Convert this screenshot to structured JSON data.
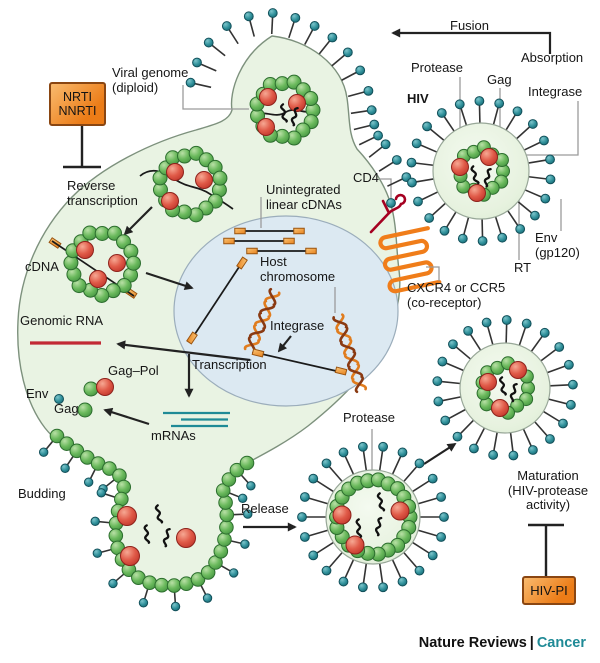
{
  "footer": {
    "brand": "Nature Reviews",
    "separator": "|",
    "section": "Cancer"
  },
  "inhibitors": {
    "nrti_line1": "NRTI",
    "nrti_line2": "NNRTI",
    "hiv_pi": "HIV-PI"
  },
  "labels": {
    "fusion": "Fusion",
    "absorption": "Absorption",
    "protease_top": "Protease",
    "hiv": "HIV",
    "gag_top": "Gag",
    "integrase_top": "Integrase",
    "viral_genome_1": "Viral genome",
    "viral_genome_2": "(diploid)",
    "cd4": "CD4",
    "env_1": "Env",
    "env_2": "(gp120)",
    "rt": "RT",
    "coreceptor_1": "CXCR4 or CCR5",
    "coreceptor_2": "(co-receptor)",
    "reverse_transcription_1": "Reverse",
    "reverse_transcription_2": "transcription",
    "unintegrated_1": "Unintegrated",
    "unintegrated_2": "linear cDNAs",
    "cdna": "cDNA",
    "host_chromosome_1": "Host",
    "host_chromosome_2": "chromosome",
    "integrase_nucleus": "Integrase",
    "genomic_rna": "Genomic RNA",
    "transcription": "Transcription",
    "gag_pol": "Gag–Pol",
    "env_protein": "Env",
    "gag_protein": "Gag",
    "mrnas": "mRNAs",
    "budding": "Budding",
    "release": "Release",
    "protease_bottom": "Protease",
    "maturation_1": "Maturation",
    "maturation_2": "(HIV-protease",
    "maturation_3": "activity)"
  },
  "colors": {
    "cell_fill": "#e9f3e3",
    "nucleus_fill": "#dce9f2",
    "membrane_stroke": "#7d917d",
    "bead_green": "#57a84f",
    "core_red": "#d94f43",
    "spike_teal": "#2e8f99",
    "inhibitor_orange": "#ec7c17",
    "inhibitor_border": "#8a4612",
    "cd4_red": "#a50021",
    "coreceptor_orange": "#f07d1a",
    "genomic_rna_red": "#c22a35",
    "mrna_teal": "#1f8a96",
    "dna_orange": "#e07c1e",
    "dna_brown": "#8a3a12",
    "footer_teal": "#1f8a96",
    "arrow_black": "#222222"
  }
}
